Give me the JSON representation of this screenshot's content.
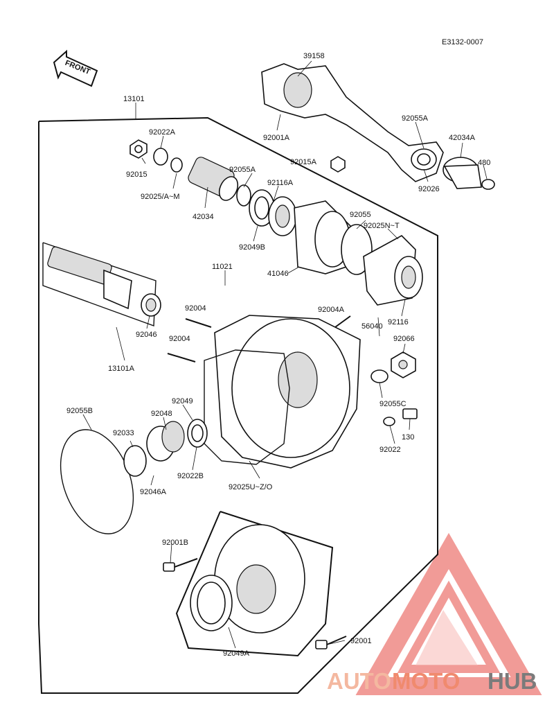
{
  "diagram_code": "E3132-0007",
  "front_label": "FRONT",
  "labels": {
    "p39158": "39158",
    "p13101": "13101",
    "p92022A": "92022A",
    "p92015": "92015",
    "p92025AM": "92025/A~M",
    "p92055A_top": "92055A",
    "p92116A": "92116A",
    "p92015A": "92015A",
    "p42034": "42034",
    "p92049B": "92049B",
    "p41046": "41046",
    "p92055": "92055",
    "p92025NT": "92025N~T",
    "p92001A": "92001A",
    "p92055A_right": "92055A",
    "p42034A": "42034A",
    "p480": "480",
    "p92026": "92026",
    "p11021": "11021",
    "p92004_1": "92004",
    "p92004A": "92004A",
    "p56040": "56040",
    "p92116": "92116",
    "p92066": "92066",
    "p92046": "92046",
    "p92004_2": "92004",
    "p13101A": "13101A",
    "p92055C": "92055C",
    "p92049": "92049",
    "p92055B": "92055B",
    "p92048": "92048",
    "p92033": "92033",
    "p130": "130",
    "p92022": "92022",
    "p92022B": "92022B",
    "p92046A": "92046A",
    "p92025UZO": "92025U~Z/O",
    "p92001B": "92001B",
    "p92001": "92001",
    "p92049A": "92049A"
  },
  "watermark": {
    "part1": "AUTO",
    "part2": "MOTO",
    "part3": "HUB",
    "color_auto": "#f4b8a0",
    "color_moto": "#f08a6e",
    "color_hub": "#7b7b7b",
    "triangle_color": "#ef8a86"
  }
}
